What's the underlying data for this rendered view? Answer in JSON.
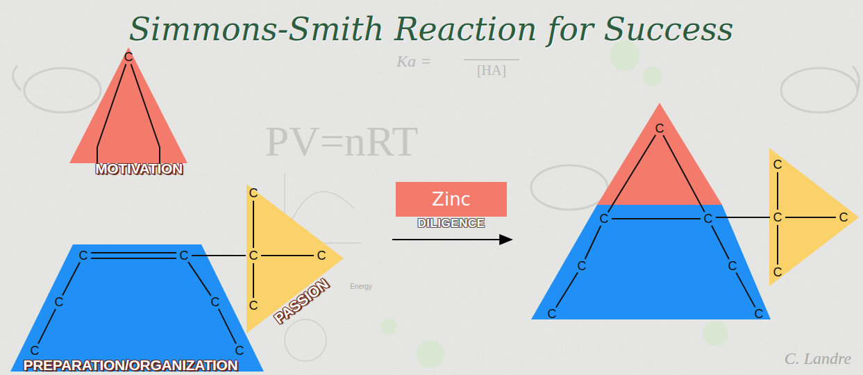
{
  "diagram": {
    "title": "Simmons-Smith Reaction for Success",
    "nodes": [
      {
        "text": [
          "C",
          "MOTIVATION"
        ]
      },
      {
        "text": [
          "C",
          "C",
          "C",
          "C",
          "C",
          "C",
          "PREPARATION/ORGANIZATION"
        ]
      },
      {
        "text": [
          "C",
          "C",
          "C",
          "C",
          "PASSION"
        ]
      },
      {
        "text": [
          "Zinc",
          "DILIGENCE"
        ]
      },
      {
        "text": [
          "C"
        ]
      },
      {
        "text": [
          "C",
          "C",
          "C",
          "C",
          "C",
          "C"
        ]
      },
      {
        "text": [
          "C",
          "C",
          "C",
          "C"
        ]
      }
    ],
    "labels": [
      "Ka =",
      "[HA]",
      "PV=nRT",
      "Energy",
      "C. Landre"
    ]
  }
}
